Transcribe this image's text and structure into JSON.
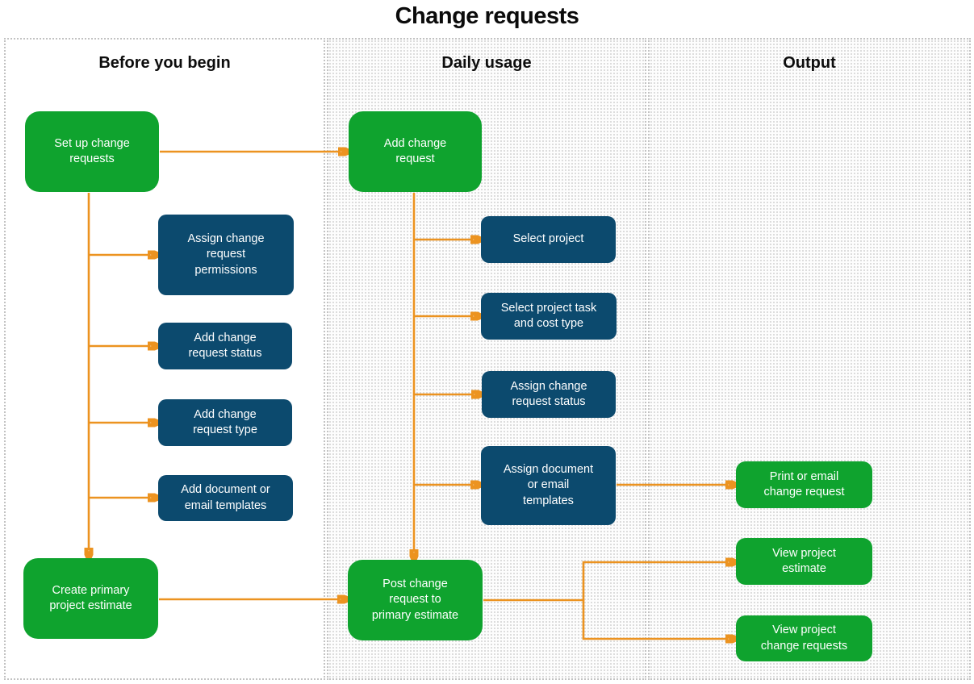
{
  "title": "Change requests",
  "colors": {
    "node_green": "#0fa32e",
    "node_blue": "#0c4a6e",
    "arrow_orange": "#ec9320",
    "column_border": "#c2c2c2",
    "node_text": "#ffffff",
    "heading_text": "#0d0d0d"
  },
  "columns": {
    "before": {
      "label": "Before you begin"
    },
    "daily": {
      "label": "Daily usage"
    },
    "output": {
      "label": "Output"
    }
  },
  "nodes": {
    "setup": {
      "label": "Set up change\nrequests",
      "column": "before",
      "color": "green"
    },
    "assign_permissions": {
      "label": "Assign change\nrequest\npermissions",
      "column": "before",
      "color": "blue"
    },
    "add_status": {
      "label": "Add change\nrequest status",
      "column": "before",
      "color": "blue"
    },
    "add_type": {
      "label": "Add change\nrequest type",
      "column": "before",
      "color": "blue"
    },
    "add_templates": {
      "label": "Add document or\nemail templates",
      "column": "before",
      "color": "blue"
    },
    "create_estimate": {
      "label": "Create primary\nproject estimate",
      "column": "before",
      "color": "green"
    },
    "add_request": {
      "label": "Add change\nrequest",
      "column": "daily",
      "color": "green"
    },
    "select_project": {
      "label": "Select project",
      "column": "daily",
      "color": "blue"
    },
    "select_task": {
      "label": "Select project task\nand cost type",
      "column": "daily",
      "color": "blue"
    },
    "assign_status": {
      "label": "Assign change\nrequest status",
      "column": "daily",
      "color": "blue"
    },
    "assign_templates": {
      "label": "Assign document\nor email\ntemplates",
      "column": "daily",
      "color": "blue"
    },
    "post_request": {
      "label": "Post change\nrequest to\nprimary estimate",
      "column": "daily",
      "color": "green"
    },
    "print_email": {
      "label": "Print or email\nchange request",
      "column": "output",
      "color": "green"
    },
    "view_estimate": {
      "label": "View project\nestimate",
      "column": "output",
      "color": "green"
    },
    "view_requests": {
      "label": "View project\nchange requests",
      "column": "output",
      "color": "green"
    }
  },
  "edges": [
    {
      "from": "setup",
      "to": "add_request"
    },
    {
      "from": "setup",
      "to": "assign_permissions"
    },
    {
      "from": "setup",
      "to": "add_status"
    },
    {
      "from": "setup",
      "to": "add_type"
    },
    {
      "from": "setup",
      "to": "add_templates"
    },
    {
      "from": "setup",
      "to": "create_estimate"
    },
    {
      "from": "create_estimate",
      "to": "post_request"
    },
    {
      "from": "add_request",
      "to": "select_project"
    },
    {
      "from": "add_request",
      "to": "select_task"
    },
    {
      "from": "add_request",
      "to": "assign_status"
    },
    {
      "from": "add_request",
      "to": "assign_templates"
    },
    {
      "from": "add_request",
      "to": "post_request"
    },
    {
      "from": "assign_templates",
      "to": "print_email"
    },
    {
      "from": "post_request",
      "to": "view_estimate"
    },
    {
      "from": "post_request",
      "to": "view_requests"
    }
  ]
}
